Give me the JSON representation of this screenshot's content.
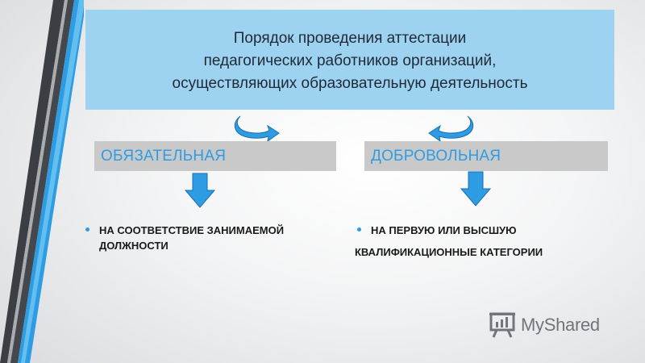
{
  "title": {
    "lines": [
      "Порядок проведения аттестации",
      "педагогических работников организаций,",
      "осуществляющих образовательную деятельность"
    ]
  },
  "left": {
    "label": "ОБЯЗАТЕЛЬНАЯ",
    "bullet_lines": [
      "НА СООТВЕТСТВИЕ ЗАНИМАЕМОЙ",
      "ДОЛЖНОСТИ"
    ]
  },
  "right": {
    "label": "ДОБРОВОЛЬНАЯ",
    "bullet_lines": [
      "НА ПЕРВУЮ ИЛИ ВЫСШУЮ",
      "КВАЛИФИКАЦИОННЫЕ КАТЕГОРИИ"
    ]
  },
  "watermark": {
    "text": "MyShared",
    "icon": "presentation-board-icon"
  },
  "colors": {
    "title_bg": "#9dd2f1",
    "accent": "#2e9ce3",
    "label_bg": "#c9c9c9",
    "stripe_dark": "#3b3e42",
    "stripe_light": "#a9abae",
    "text": "#1f2a36"
  }
}
